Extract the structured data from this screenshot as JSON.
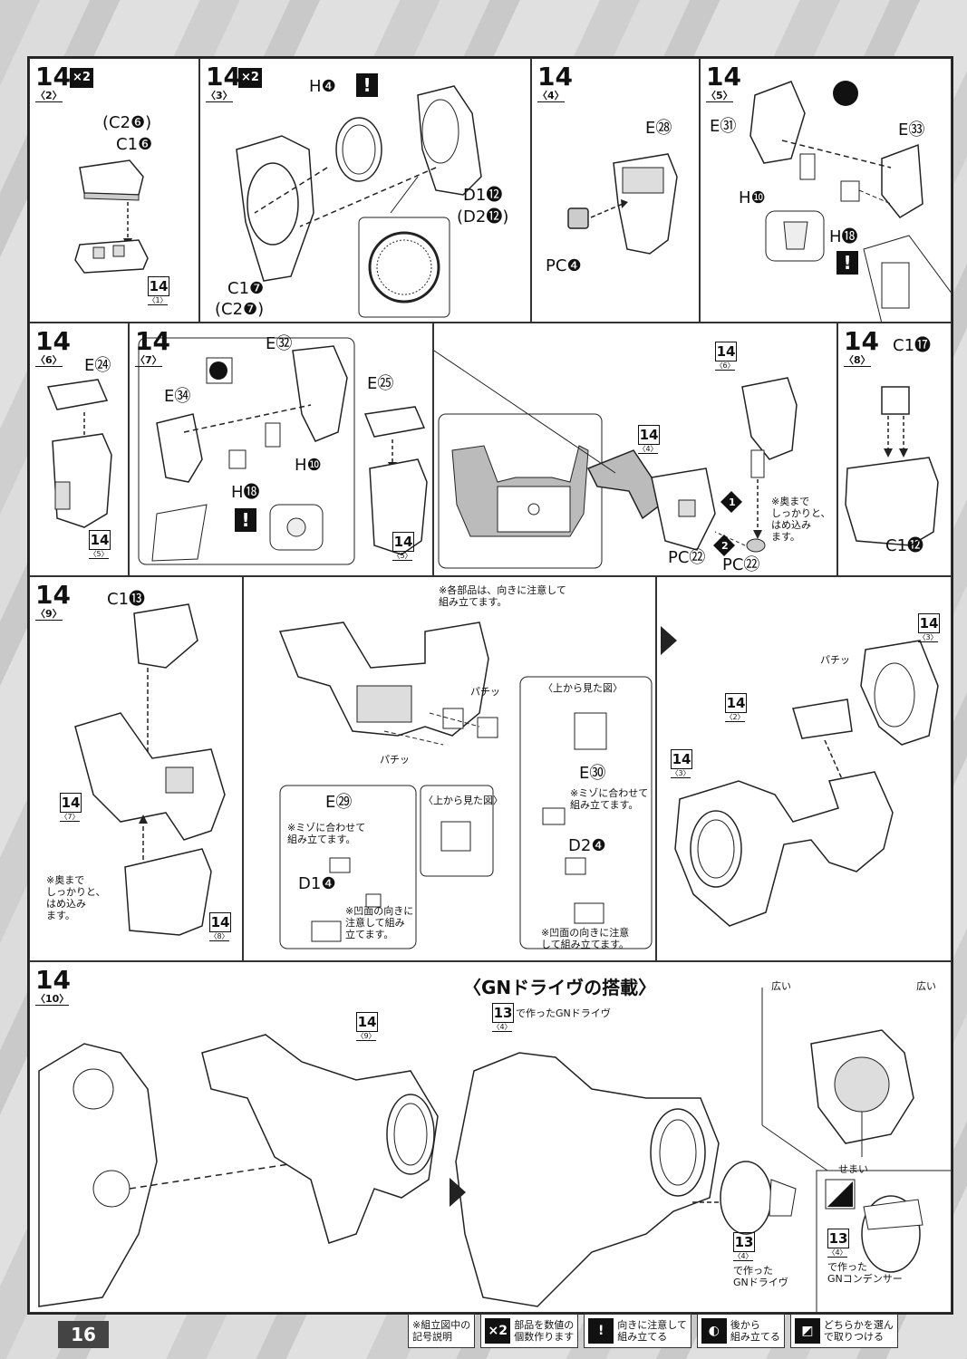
{
  "page": {
    "number": "16"
  },
  "row1": {
    "p1": {
      "step": "14",
      "sub": "〈2〉",
      "qty": "×2",
      "lbl_a": "(C2❻)",
      "lbl_b": "C1❻",
      "ref_n": "14",
      "ref_s": "〈1〉"
    },
    "p2": {
      "step": "14",
      "sub": "〈3〉",
      "qty": "×2",
      "lbl_h": "H❹",
      "lbl_d1": "D1⓬",
      "lbl_d2": "(D2⓬)",
      "lbl_c1": "C1❼",
      "lbl_c2": "(C2❼)",
      "warn": "!"
    },
    "p3": {
      "step": "14",
      "sub": "〈4〉",
      "lbl_e": "E㉘",
      "lbl_pc": "PC❹"
    },
    "p4": {
      "step": "14",
      "sub": "〈5〉",
      "lbl_e31": "E㉛",
      "lbl_e33": "E㉝",
      "lbl_h10": "H❿",
      "lbl_h18": "H⓲",
      "warn": "!"
    }
  },
  "row2": {
    "p1": {
      "step": "14",
      "sub": "〈6〉",
      "lbl_e": "E㉔",
      "ref_n": "14",
      "ref_s": "〈5〉"
    },
    "p2": {
      "step": "14",
      "sub": "〈7〉",
      "lbl_e32": "E㉜",
      "lbl_e34": "E㉞",
      "lbl_h10": "H❿",
      "lbl_h18": "H⓲",
      "lbl_e25": "E㉕",
      "warn": "!",
      "ref_n": "14",
      "ref_s": "〈5〉"
    },
    "p3": {
      "ref4_n": "14",
      "ref4_s": "〈4〉",
      "ref6_n": "14",
      "ref6_s": "〈6〉",
      "lbl_pc_a": "PC㉒",
      "lbl_pc_b": "PC㉒",
      "num1": "1",
      "num2": "2",
      "note": "※奥まで\nしっかりと、\nはめ込み\nます。"
    },
    "p4": {
      "step": "14",
      "sub": "〈8〉",
      "lbl_c17": "C1⓱",
      "lbl_c12": "C1⓬"
    }
  },
  "row3": {
    "p1": {
      "step": "14",
      "sub": "〈9〉",
      "lbl_c13": "C1⓭",
      "ref7_n": "14",
      "ref7_s": "〈7〉",
      "ref8_n": "14",
      "ref8_s": "〈8〉",
      "note": "※奥まで\nしっかりと、\nはめ込み\nます。"
    },
    "p2": {
      "note_top": "※各部品は、向きに注意して\n組み立てます。",
      "snap_a": "パチッ",
      "snap_b": "パチッ",
      "top_view_a": "〈上から見た図〉",
      "top_view_b": "〈上から見た図〉",
      "lbl_e30": "E㉚",
      "lbl_d24": "D2❹",
      "lbl_e29": "E㉙",
      "lbl_d14": "D1❹",
      "note_groove_a": "※ミゾに合わせて\n組み立てます。",
      "note_groove_b": "※ミゾに合わせて\n組み立てます。",
      "note_concave_a": "※凹面の向きに\n注意して組み\n立てます。",
      "note_concave_b": "※凹面の向きに注意\nして組み立てます。"
    },
    "p3": {
      "ref3a_n": "14",
      "ref3a_s": "〈3〉",
      "ref2_n": "14",
      "ref2_s": "〈2〉",
      "ref3b_n": "14",
      "ref3b_s": "〈3〉",
      "snap": "パチッ"
    }
  },
  "row4": {
    "step": "14",
    "sub": "〈10〉",
    "ref9_n": "14",
    "ref9_s": "〈9〉",
    "title": "〈GNドライヴの搭載〉",
    "ref13_n": "13",
    "ref13_s": "〈4〉",
    "ref13_text": "で作ったGNドライヴ",
    "wide_a": "広い",
    "wide_b": "広い",
    "narrow": "せまい",
    "made_drive_n": "13",
    "made_drive_s": "〈4〉",
    "made_drive_text": "で作った\nGNドライヴ",
    "made_cond_n": "13",
    "made_cond_s": "〈4〉",
    "made_cond_text": "で作った\nGNコンデンサー"
  },
  "legend": {
    "header": "※組立図中の\n記号説明",
    "items": [
      {
        "icon": "×2",
        "text": "部品を数値の\n個数作ります"
      },
      {
        "icon": "!",
        "text": "向きに注意して\n組み立てる"
      },
      {
        "icon": "◐",
        "text": "後から\n組み立てる"
      },
      {
        "icon": "◩",
        "text": "どちらかを選ん\nで取りつける"
      }
    ]
  }
}
